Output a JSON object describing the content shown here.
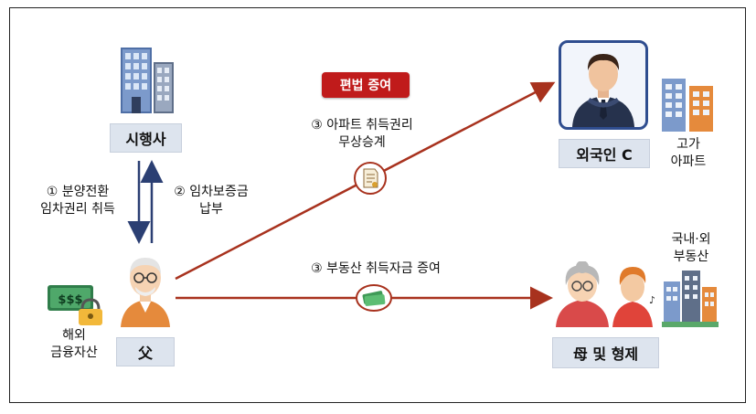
{
  "badge": "편법 증여",
  "nodes": {
    "developer": "시행사",
    "father": "父",
    "foreigner": "외국인 C",
    "family": "母 및 형제"
  },
  "flows": {
    "step1": [
      "① 분양전환",
      "임차권리 취득"
    ],
    "step2": [
      "② 임차보증금",
      "납부"
    ],
    "step3a": [
      "③ 아파트 취득권리",
      "무상승계"
    ],
    "step3b": "③ 부동산 취득자금 증여"
  },
  "captions": {
    "overseas_assets": [
      "해외",
      "금융자산"
    ],
    "expensive_apt": [
      "고가",
      "아파트"
    ],
    "domestic_foreign_re": [
      "국내·외",
      "부동산"
    ]
  },
  "money_sign": "$$$",
  "colors": {
    "arrow_red": "#a8321e",
    "arrow_navy": "#2b3f73",
    "badge_red": "#c01b1b",
    "box_bg": "#dde4ee"
  },
  "icons": [
    "building-icon",
    "grandfather-icon",
    "cash-lock-icon",
    "businessman-icon",
    "apartment-icon",
    "document-icon",
    "money-icon",
    "grandmother-icon",
    "young-man-icon",
    "city-buildings-icon"
  ]
}
